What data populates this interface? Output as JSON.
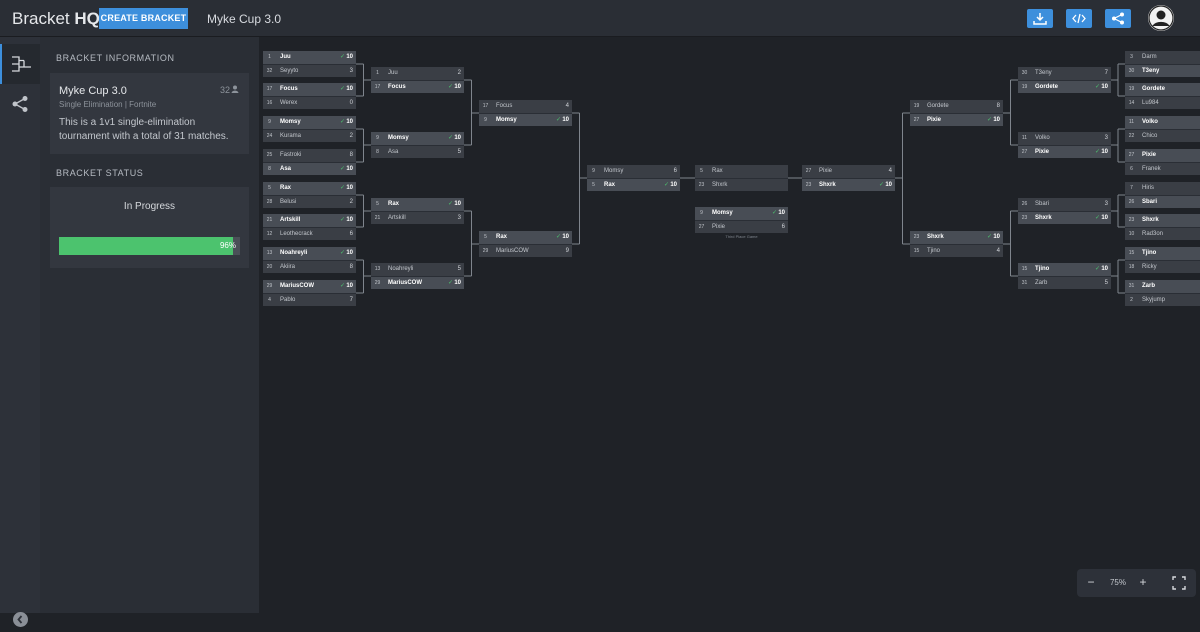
{
  "app": {
    "brand_light": "Bracket",
    "brand_bold": "HQ",
    "create_label": "CREATE BRACKET",
    "bracket_title": "Myke Cup 3.0"
  },
  "toolbar": {
    "download_icon": "download-icon",
    "embed_icon": "code-icon",
    "share_icon": "share-icon"
  },
  "sidebar": {
    "info_heading": "BRACKET INFORMATION",
    "name": "Myke Cup 3.0",
    "participants": "32",
    "subtitle": "Single Elimination | Fortnite",
    "description": "This is a 1v1 single-elimination tournament with a total of 31 matches.",
    "status_heading": "BRACKET STATUS",
    "status": "In Progress",
    "progress_percent": 96,
    "progress_label": "96%"
  },
  "zoom": {
    "minus": "−",
    "value": "75%",
    "plus": "+"
  },
  "third_place_label": "Third Place Game",
  "colors": {
    "accent": "#3d8fdc",
    "progress": "#4cc36e",
    "win_check": "#4cc36e"
  },
  "rounds": {
    "left_r1": [
      [
        [
          "1",
          "Juu",
          "10",
          true
        ],
        [
          "32",
          "Seyyto",
          "3",
          false
        ]
      ],
      [
        [
          "17",
          "Focus",
          "10",
          true
        ],
        [
          "16",
          "Werex",
          "0",
          false
        ]
      ],
      [
        [
          "9",
          "Momsy",
          "10",
          true
        ],
        [
          "24",
          "Kurama",
          "2",
          false
        ]
      ],
      [
        [
          "25",
          "Fastroki",
          "8",
          false
        ],
        [
          "8",
          "Asa",
          "10",
          true
        ]
      ],
      [
        [
          "5",
          "Rax",
          "10",
          true
        ],
        [
          "28",
          "Belusi",
          "2",
          false
        ]
      ],
      [
        [
          "21",
          "Artskill",
          "10",
          true
        ],
        [
          "12",
          "Leothecrack",
          "6",
          false
        ]
      ],
      [
        [
          "13",
          "Noahreyli",
          "10",
          true
        ],
        [
          "20",
          "Akiira",
          "8",
          false
        ]
      ],
      [
        [
          "29",
          "MariusCOW",
          "10",
          true
        ],
        [
          "4",
          "Pablo",
          "7",
          false
        ]
      ]
    ],
    "left_r2": [
      [
        [
          "1",
          "Juu",
          "2",
          false
        ],
        [
          "17",
          "Focus",
          "10",
          true
        ]
      ],
      [
        [
          "9",
          "Momsy",
          "10",
          true
        ],
        [
          "8",
          "Asa",
          "5",
          false
        ]
      ],
      [
        [
          "5",
          "Rax",
          "10",
          true
        ],
        [
          "21",
          "Artskill",
          "3",
          false
        ]
      ],
      [
        [
          "13",
          "Noahreyli",
          "5",
          false
        ],
        [
          "29",
          "MariusCOW",
          "10",
          true
        ]
      ]
    ],
    "left_r3": [
      [
        [
          "17",
          "Focus",
          "4",
          false
        ],
        [
          "9",
          "Momsy",
          "10",
          true
        ]
      ],
      [
        [
          "5",
          "Rax",
          "10",
          true
        ],
        [
          "29",
          "MariusCOW",
          "9",
          false
        ]
      ]
    ],
    "left_r4": [
      [
        [
          "9",
          "Momsy",
          "6",
          false
        ],
        [
          "5",
          "Rax",
          "10",
          true
        ]
      ]
    ],
    "center": [
      [
        [
          "5",
          "Rax",
          "",
          false
        ],
        [
          "23",
          "Shxrk",
          "",
          false
        ]
      ]
    ],
    "third": [
      [
        [
          "9",
          "Momsy",
          "10",
          true
        ],
        [
          "27",
          "Pixie",
          "6",
          false
        ]
      ]
    ],
    "right_r4": [
      [
        [
          "27",
          "Pixie",
          "4",
          false
        ],
        [
          "23",
          "Shxrk",
          "10",
          true
        ]
      ]
    ],
    "right_r3": [
      [
        [
          "19",
          "Gordete",
          "8",
          false
        ],
        [
          "27",
          "Pixie",
          "10",
          true
        ]
      ],
      [
        [
          "23",
          "Shxrk",
          "10",
          true
        ],
        [
          "15",
          "Tjino",
          "4",
          false
        ]
      ]
    ],
    "right_r2": [
      [
        [
          "30",
          "T3eny",
          "7",
          false
        ],
        [
          "19",
          "Gordete",
          "10",
          true
        ]
      ],
      [
        [
          "11",
          "Volko",
          "3",
          false
        ],
        [
          "27",
          "Pixie",
          "10",
          true
        ]
      ],
      [
        [
          "26",
          "Sbari",
          "3",
          false
        ],
        [
          "23",
          "Shxrk",
          "10",
          true
        ]
      ],
      [
        [
          "15",
          "Tjino",
          "10",
          true
        ],
        [
          "31",
          "Zarb",
          "5",
          false
        ]
      ]
    ],
    "right_r1": [
      [
        [
          "3",
          "Darm",
          "",
          false
        ],
        [
          "30",
          "T3eny",
          "",
          true
        ]
      ],
      [
        [
          "19",
          "Gordete",
          "",
          true
        ],
        [
          "14",
          "Lu984",
          "",
          false
        ]
      ],
      [
        [
          "11",
          "Volko",
          "",
          true
        ],
        [
          "22",
          "Chico",
          "",
          false
        ]
      ],
      [
        [
          "27",
          "Pixie",
          "",
          true
        ],
        [
          "6",
          "Franek",
          "",
          false
        ]
      ],
      [
        [
          "7",
          "Hiris",
          "",
          false
        ],
        [
          "26",
          "Sbari",
          "",
          true
        ]
      ],
      [
        [
          "23",
          "Shxrk",
          "",
          true
        ],
        [
          "10",
          "Rad3on",
          "",
          false
        ]
      ],
      [
        [
          "15",
          "Tjino",
          "",
          true
        ],
        [
          "18",
          "Ricky",
          "",
          false
        ]
      ],
      [
        [
          "31",
          "Zarb",
          "",
          true
        ],
        [
          "2",
          "Skyjump",
          "",
          false
        ]
      ]
    ]
  }
}
